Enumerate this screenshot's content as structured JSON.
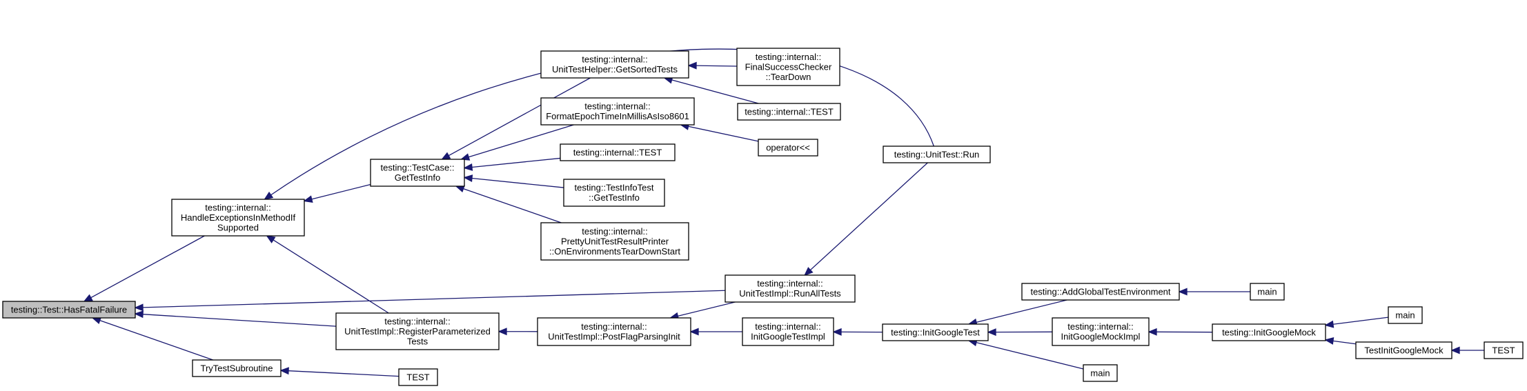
{
  "colors": {
    "edge": "#191970",
    "node_fill": "#ffffff",
    "root_fill": "#bfbfbf",
    "node_border": "#000000"
  },
  "nodes": [
    {
      "id": "has_fatal_failure",
      "name": "node-has-fatal-failure",
      "lines": [
        "testing::Test::HasFatalFailure"
      ],
      "root": true
    },
    {
      "id": "handle_exceptions",
      "name": "node-handle-exceptions-in-method-if-supported",
      "lines": [
        "testing::internal::",
        "HandleExceptionsInMethodIf",
        "Supported"
      ]
    },
    {
      "id": "try_test_subroutine",
      "name": "node-try-test-subroutine",
      "lines": [
        "TryTestSubroutine"
      ]
    },
    {
      "id": "test_1",
      "name": "node-test",
      "lines": [
        "TEST"
      ]
    },
    {
      "id": "test_case_get_test_info",
      "name": "node-test-case-get-test-info",
      "lines": [
        "testing::TestCase::",
        "GetTestInfo"
      ]
    },
    {
      "id": "register_parameterized",
      "name": "node-register-parameterized-tests",
      "lines": [
        "testing::internal::",
        "UnitTestImpl::RegisterParameterized",
        "Tests"
      ]
    },
    {
      "id": "run_all_tests",
      "name": "node-run-all-tests",
      "lines": [
        "testing::internal::",
        "UnitTestImpl::RunAllTests"
      ]
    },
    {
      "id": "get_sorted_tests",
      "name": "node-get-sorted-tests",
      "lines": [
        "testing::internal::",
        "UnitTestHelper::GetSortedTests"
      ]
    },
    {
      "id": "format_epoch",
      "name": "node-format-epoch-time-in-millis",
      "lines": [
        "testing::internal::",
        "FormatEpochTimeInMillisAsIso8601"
      ]
    },
    {
      "id": "internal_test_a",
      "name": "node-internal-test",
      "lines": [
        "testing::internal::TEST"
      ]
    },
    {
      "id": "test_info_test",
      "name": "node-test-info-test-get-test-info",
      "lines": [
        "testing::TestInfoTest",
        "::GetTestInfo"
      ]
    },
    {
      "id": "pretty_printer",
      "name": "node-pretty-printer-on-environments-tear-down-start",
      "lines": [
        "testing::internal::",
        "PrettyUnitTestResultPrinter",
        "::OnEnvironmentsTearDownStart"
      ]
    },
    {
      "id": "post_flag_parsing",
      "name": "node-post-flag-parsing-init",
      "lines": [
        "testing::internal::",
        "UnitTestImpl::PostFlagParsingInit"
      ]
    },
    {
      "id": "final_success_checker",
      "name": "node-final-success-checker-tear-down",
      "lines": [
        "testing::internal::",
        "FinalSuccessChecker",
        "::TearDown"
      ]
    },
    {
      "id": "internal_test_b",
      "name": "node-internal-test-2",
      "lines": [
        "testing::internal::TEST"
      ]
    },
    {
      "id": "operator_lshift",
      "name": "node-operator-lshift",
      "lines": [
        "operator<<"
      ]
    },
    {
      "id": "unit_test_run",
      "name": "node-unit-test-run",
      "lines": [
        "testing::UnitTest::Run"
      ]
    },
    {
      "id": "init_google_test_impl",
      "name": "node-init-google-test-impl",
      "lines": [
        "testing::internal::",
        "InitGoogleTestImpl"
      ]
    },
    {
      "id": "init_google_test",
      "name": "node-init-google-test",
      "lines": [
        "testing::InitGoogleTest"
      ]
    },
    {
      "id": "add_global_test_env",
      "name": "node-add-global-test-environment",
      "lines": [
        "testing::AddGlobalTestEnvironment"
      ]
    },
    {
      "id": "init_google_mock_impl",
      "name": "node-init-google-mock-impl",
      "lines": [
        "testing::internal::",
        "InitGoogleMockImpl"
      ]
    },
    {
      "id": "main_1",
      "name": "node-main",
      "lines": [
        "main"
      ]
    },
    {
      "id": "main_2",
      "name": "node-main-2",
      "lines": [
        "main"
      ]
    },
    {
      "id": "init_google_mock",
      "name": "node-init-google-mock",
      "lines": [
        "testing::InitGoogleMock"
      ]
    },
    {
      "id": "main_3",
      "name": "node-main-3",
      "lines": [
        "main"
      ]
    },
    {
      "id": "test_init_google_mock",
      "name": "node-test-init-google-mock",
      "lines": [
        "TestInitGoogleMock"
      ]
    },
    {
      "id": "test_2",
      "name": "node-test-2",
      "lines": [
        "TEST"
      ]
    }
  ],
  "edges": [
    {
      "from": "handle_exceptions",
      "to": "has_fatal_failure"
    },
    {
      "from": "try_test_subroutine",
      "to": "has_fatal_failure"
    },
    {
      "from": "register_parameterized",
      "to": "has_fatal_failure"
    },
    {
      "from": "run_all_tests",
      "to": "has_fatal_failure"
    },
    {
      "from": "test_1",
      "to": "try_test_subroutine"
    },
    {
      "from": "test_case_get_test_info",
      "to": "handle_exceptions"
    },
    {
      "from": "register_parameterized",
      "to": "handle_exceptions"
    },
    {
      "from": "unit_test_run",
      "to": "handle_exceptions"
    },
    {
      "from": "get_sorted_tests",
      "to": "test_case_get_test_info"
    },
    {
      "from": "format_epoch",
      "to": "test_case_get_test_info"
    },
    {
      "from": "internal_test_a",
      "to": "test_case_get_test_info"
    },
    {
      "from": "test_info_test",
      "to": "test_case_get_test_info"
    },
    {
      "from": "pretty_printer",
      "to": "test_case_get_test_info"
    },
    {
      "from": "final_success_checker",
      "to": "get_sorted_tests"
    },
    {
      "from": "internal_test_b",
      "to": "get_sorted_tests"
    },
    {
      "from": "operator_lshift",
      "to": "format_epoch"
    },
    {
      "from": "post_flag_parsing",
      "to": "register_parameterized"
    },
    {
      "from": "run_all_tests",
      "to": "post_flag_parsing"
    },
    {
      "from": "init_google_test_impl",
      "to": "post_flag_parsing"
    },
    {
      "from": "unit_test_run",
      "to": "run_all_tests"
    },
    {
      "from": "init_google_test",
      "to": "init_google_test_impl"
    },
    {
      "from": "add_global_test_env",
      "to": "init_google_test"
    },
    {
      "from": "init_google_mock_impl",
      "to": "init_google_test"
    },
    {
      "from": "main_2",
      "to": "init_google_test"
    },
    {
      "from": "main_1",
      "to": "add_global_test_env"
    },
    {
      "from": "init_google_mock",
      "to": "init_google_mock_impl"
    },
    {
      "from": "main_3",
      "to": "init_google_mock"
    },
    {
      "from": "test_init_google_mock",
      "to": "init_google_mock"
    },
    {
      "from": "test_2",
      "to": "test_init_google_mock"
    }
  ]
}
